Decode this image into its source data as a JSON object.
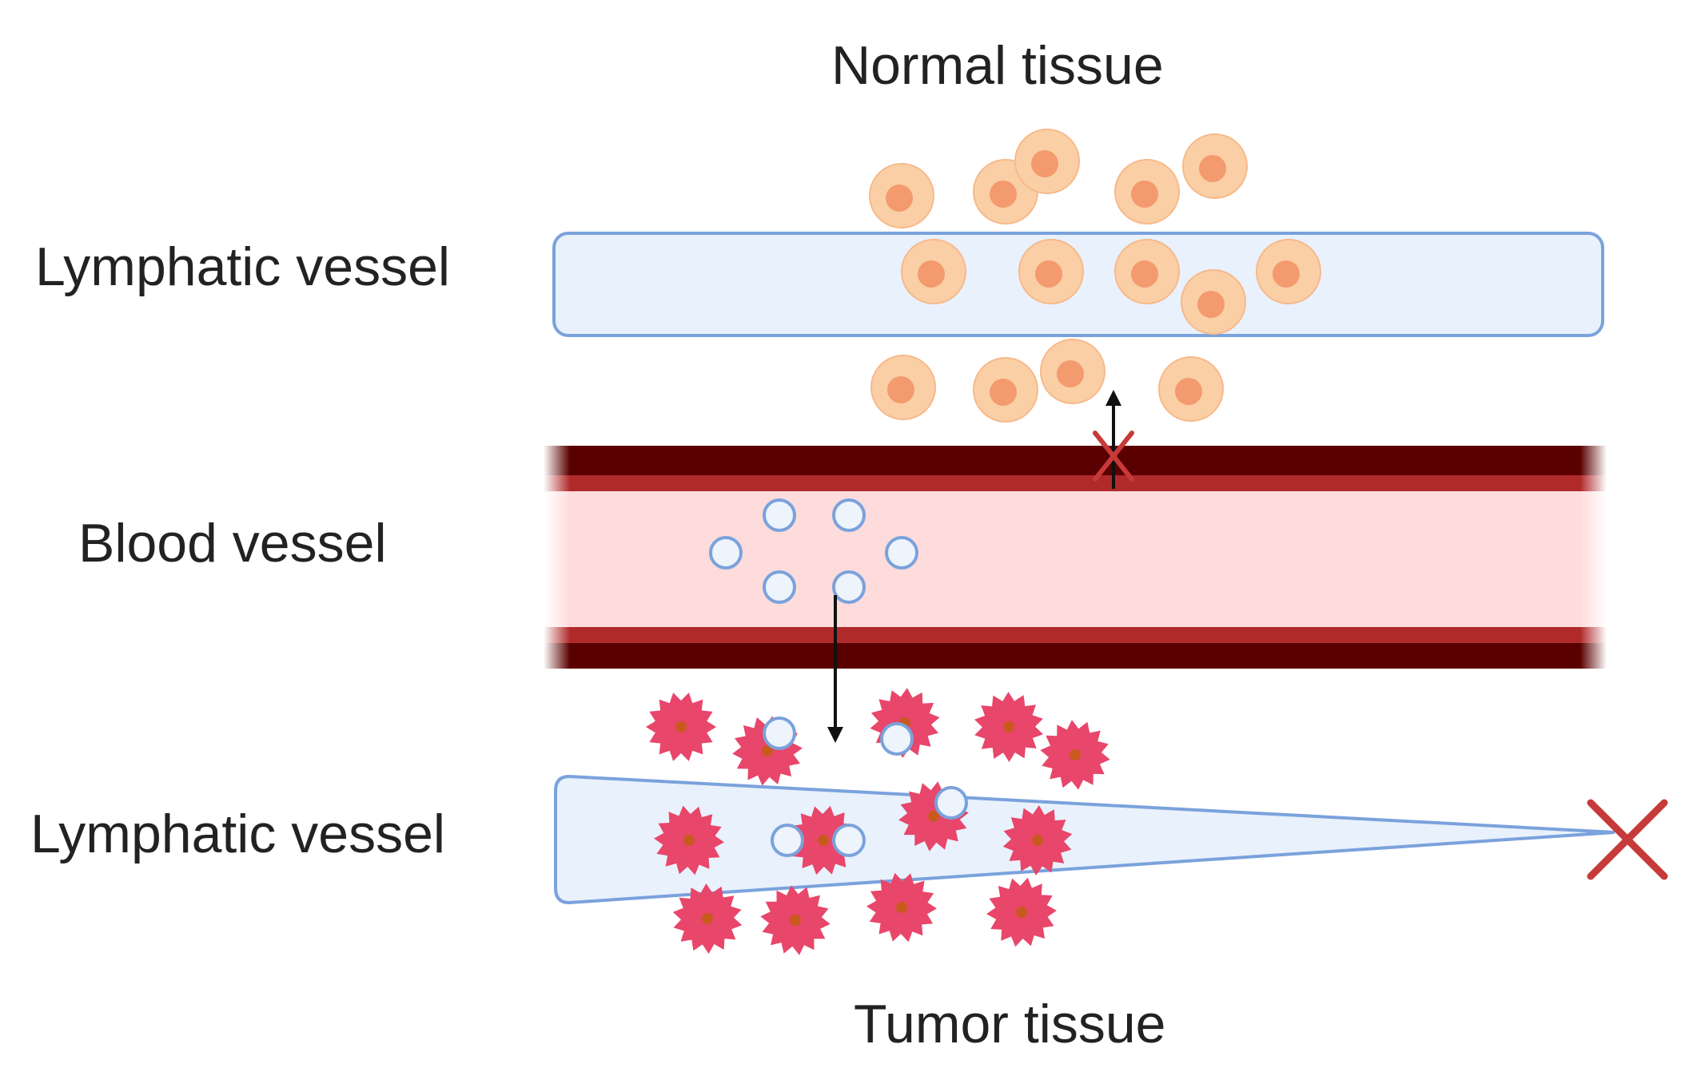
{
  "labels": {
    "normal_tissue": "Normal tissue",
    "lymphatic_vessel_top": "Lymphatic vessel",
    "blood_vessel": "Blood vessel",
    "lymphatic_vessel_bottom": "Lymphatic vessel",
    "tumor_tissue": "Tumor tissue"
  },
  "colors": {
    "lymph_fill": "#e8f1fc",
    "lymph_stroke": "#7aa2dc",
    "blood_wall_dark": "#5a0000",
    "blood_wall_mid": "#b02a2a",
    "blood_lumen": "#ffdcdc",
    "normal_cell_outer": "#fbcfa6",
    "normal_cell_inner": "#f39a6e",
    "tumor_cell": "#e8466a",
    "tumor_nucleus": "#c85a1e",
    "nanoparticle_fill": "#eef4fc",
    "nanoparticle_stroke": "#7aa2dc",
    "block_x": "#c73a3a",
    "arrow": "#111111"
  },
  "icons": {
    "normal_cell": "normal-cell-icon",
    "tumor_cell": "tumor-cell-icon",
    "nanoparticle": "nanoparticle-icon",
    "block": "block-x-icon",
    "arrow": "arrow-icon"
  }
}
